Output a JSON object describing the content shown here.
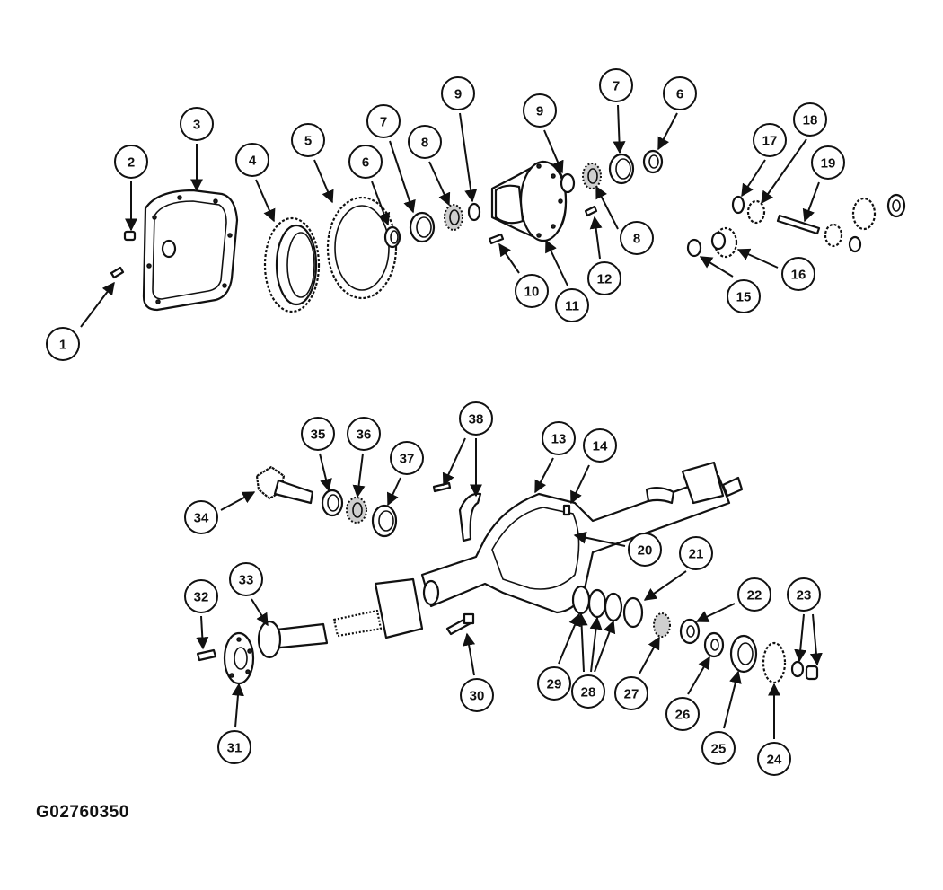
{
  "figure_id": "G02760350",
  "callouts": [
    "1",
    "2",
    "3",
    "4",
    "5",
    "6",
    "7",
    "8",
    "9",
    "9",
    "7",
    "6",
    "10",
    "11",
    "12",
    "8",
    "17",
    "18",
    "19",
    "15",
    "16",
    "38",
    "35",
    "36",
    "37",
    "34",
    "13",
    "14",
    "20",
    "21",
    "22",
    "23",
    "32",
    "33",
    "29",
    "28",
    "27",
    "26",
    "25",
    "24",
    "30",
    "31"
  ],
  "colors": {
    "ink": "#111111",
    "background": "#ffffff"
  }
}
